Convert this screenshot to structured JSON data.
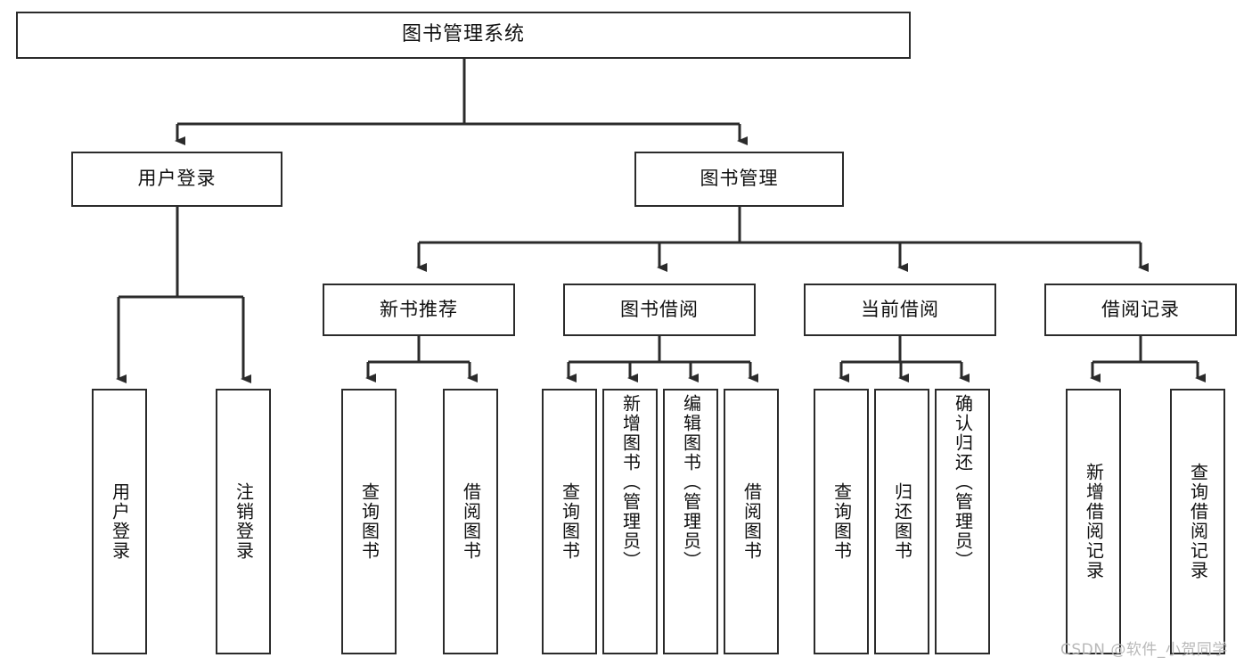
{
  "diagram": {
    "title": "图书管理系统",
    "type": "hierarchy-tree",
    "root": {
      "label": "图书管理系统"
    },
    "level2": [
      {
        "label": "用户登录"
      },
      {
        "label": "图书管理"
      }
    ],
    "level3": [
      {
        "label": "新书推荐"
      },
      {
        "label": "图书借阅"
      },
      {
        "label": "当前借阅"
      },
      {
        "label": "借阅记录"
      }
    ],
    "leaves": {
      "user_login": [
        {
          "label": "用户登录"
        },
        {
          "label": "注销登录"
        }
      ],
      "new_book_recommend": [
        {
          "label": "查询图书"
        },
        {
          "label": "借阅图书"
        }
      ],
      "book_borrow": [
        {
          "label": "查询图书"
        },
        {
          "label": "新增图书（管理员）"
        },
        {
          "label": "编辑图书（管理员）"
        },
        {
          "label": "借阅图书"
        }
      ],
      "current_borrow": [
        {
          "label": "查询图书"
        },
        {
          "label": "归还图书"
        },
        {
          "label": "确认归还（管理员）"
        }
      ],
      "borrow_record": [
        {
          "label": "新增借阅记录"
        },
        {
          "label": "查询借阅记录"
        }
      ]
    }
  },
  "watermark": {
    "text": "CSDN @软件_小贺同学"
  },
  "colors": {
    "border": "#2b2b2b",
    "text": "#111111",
    "background": "#ffffff",
    "watermark": "#b9b9b9"
  }
}
